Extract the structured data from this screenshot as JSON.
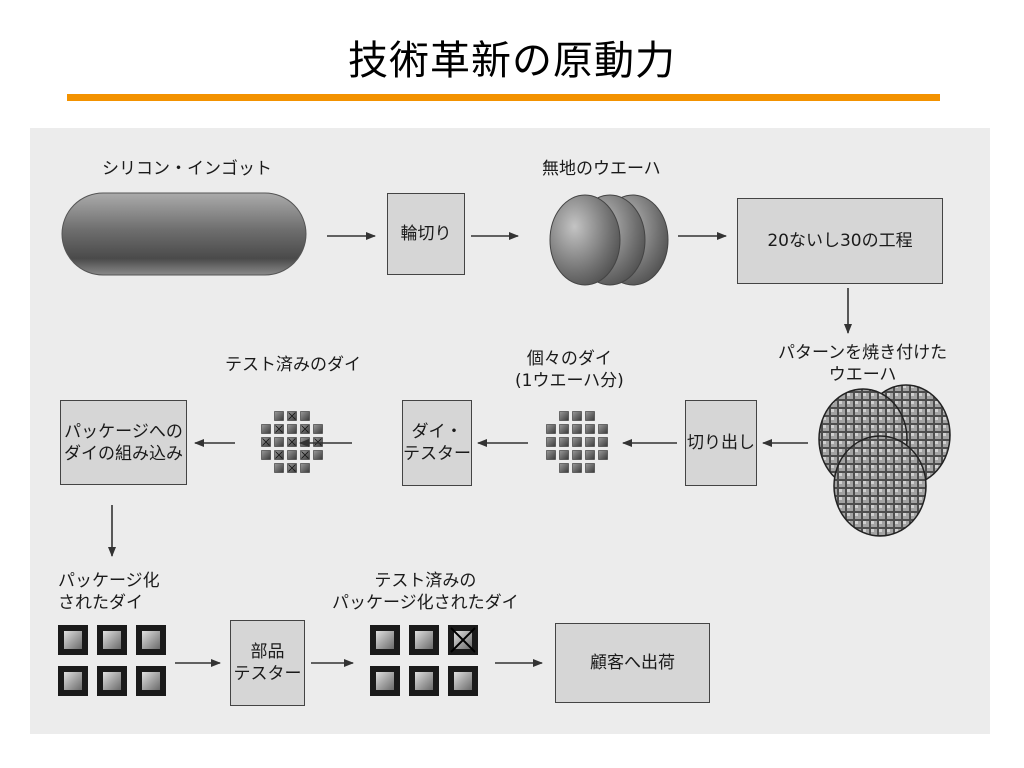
{
  "slide": {
    "title": "技術革新の原動力"
  },
  "labels": {
    "ingot": "シリコン・インゴット",
    "blank_wafer": "無地のウエーハ",
    "patterned_wafer": "パターンを焼き付けた\nウエーハ",
    "individual_dies": "個々のダイ\n(1ウエーハ分)",
    "tested_dies": "テスト済みのダイ",
    "packaged_dies": "パッケージ化\nされたダイ",
    "tested_packaged": "テスト済みの\nパッケージ化されたダイ"
  },
  "boxes": {
    "slicing": "輪切り",
    "processes": "20ないし30の工程",
    "dicing": "切り出し",
    "die_tester": "ダイ・\nテスター",
    "packaging": "パッケージへの\nダイの組み込み",
    "part_tester": "部品\nテスター",
    "ship": "顧客へ出荷"
  }
}
